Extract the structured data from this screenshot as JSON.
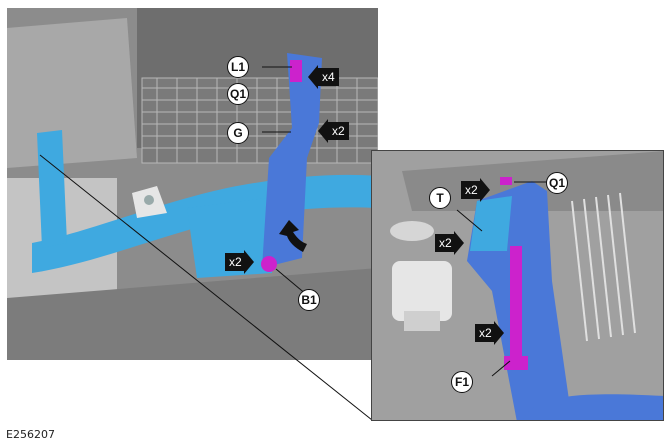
{
  "figure": {
    "id": "E256207",
    "colors": {
      "component_blue": "#3fa9e0",
      "bracket_blue": "#4a78d8",
      "fastener_magenta": "#cc22cc",
      "background_gray": "#8a8a8a",
      "callout_black": "#111111"
    }
  },
  "main_view": {
    "callouts": [
      {
        "label": "L1"
      },
      {
        "label": "Q1"
      },
      {
        "label": "G"
      },
      {
        "label": "B1"
      }
    ],
    "quantities": [
      {
        "label": "x4"
      },
      {
        "label": "x2"
      },
      {
        "label": "x2"
      }
    ]
  },
  "inset_view": {
    "callouts": [
      {
        "label": "Q1"
      },
      {
        "label": "T"
      },
      {
        "label": "F1"
      }
    ],
    "quantities": [
      {
        "label": "x2"
      },
      {
        "label": "x2"
      },
      {
        "label": "x2"
      }
    ]
  }
}
